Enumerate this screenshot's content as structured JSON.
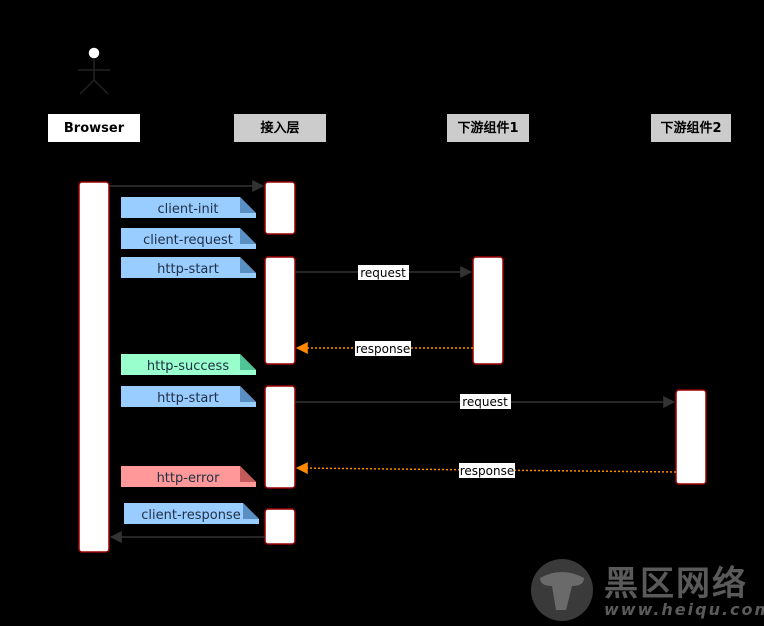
{
  "participants": [
    {
      "id": "browser",
      "label": "Browser",
      "actor": true
    },
    {
      "id": "access",
      "label": "接入层"
    },
    {
      "id": "down1",
      "label": "下游组件1"
    },
    {
      "id": "down2",
      "label": "下游组件2"
    }
  ],
  "notes": [
    {
      "id": "client-init",
      "label": "client-init",
      "color": "#99ccff"
    },
    {
      "id": "client-request",
      "label": "client-request",
      "color": "#99ccff"
    },
    {
      "id": "http-start-1",
      "label": "http-start",
      "color": "#99ccff"
    },
    {
      "id": "http-success",
      "label": "http-success",
      "color": "#99ffcc"
    },
    {
      "id": "http-start-2",
      "label": "http-start",
      "color": "#99ccff"
    },
    {
      "id": "http-error",
      "label": "http-error",
      "color": "#ff9999"
    },
    {
      "id": "client-response",
      "label": "client-response",
      "color": "#99ccff"
    }
  ],
  "messages": [
    {
      "id": "m-browser-access",
      "label": ""
    },
    {
      "id": "m-request-1",
      "label": "request"
    },
    {
      "id": "m-response-1",
      "label": "response"
    },
    {
      "id": "m-request-2",
      "label": "request"
    },
    {
      "id": "m-response-2",
      "label": "response"
    },
    {
      "id": "m-access-browser",
      "label": ""
    }
  ],
  "watermark": {
    "cn": "黑区网络",
    "url": "www.heiqu.com"
  },
  "colors": {
    "background": "#000000",
    "lifeline_border": "#990000",
    "note_blue": "#99ccff",
    "note_green": "#99ffcc",
    "note_red": "#ff9999",
    "response_arrow": "#ff8800",
    "request_arrow": "#333333"
  }
}
